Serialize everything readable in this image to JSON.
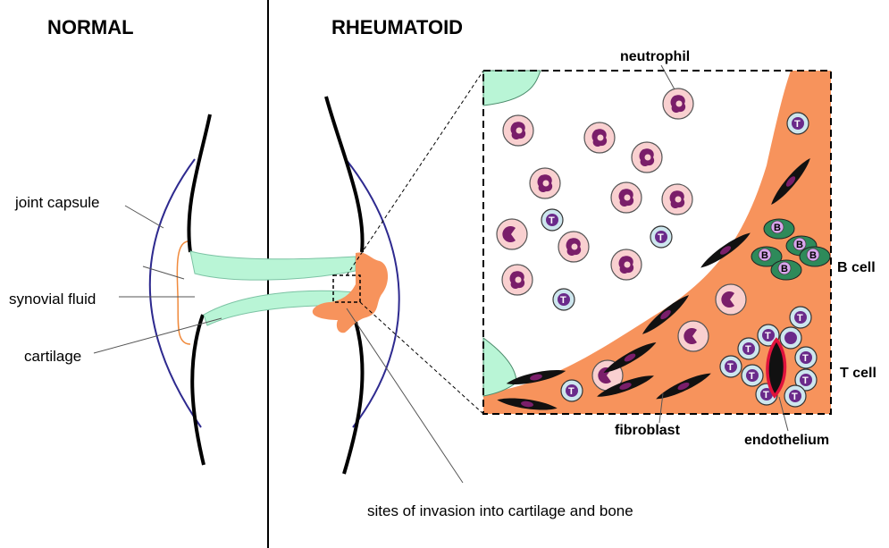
{
  "headings": {
    "normal": "NORMAL",
    "rheumatoid": "RHEUMATOID"
  },
  "labels": {
    "joint_capsule": "joint capsule",
    "synovial_fluid": "synovial fluid",
    "cartilage": "cartilage",
    "sites_of_invasion": "sites of invasion into cartilage and bone",
    "neutrophil": "neutrophil",
    "b_cell": "B cell",
    "t_cell": "T cell",
    "fibroblast": "fibroblast",
    "endothelium": "endothelium"
  },
  "cell_letters": {
    "b": "B",
    "t": "T"
  },
  "colors": {
    "capsule": "#2e2a8f",
    "bone": "#000000",
    "cartilage": "#b9f5d6",
    "synovium_outline": "#f08a3c",
    "pannus": "#f7935c",
    "neutrophil_fill": "#f9d0d0",
    "neutrophil_nucleus": "#7a1e6a",
    "t_cell_fill": "#cde6ee",
    "t_cell_nucleus": "#6a2a8a",
    "b_cell_fill": "#2e8a5a",
    "b_cell_nucleus": "#d8a6ee",
    "fibroblast": "#111111",
    "endothelium": "#e0133c"
  }
}
